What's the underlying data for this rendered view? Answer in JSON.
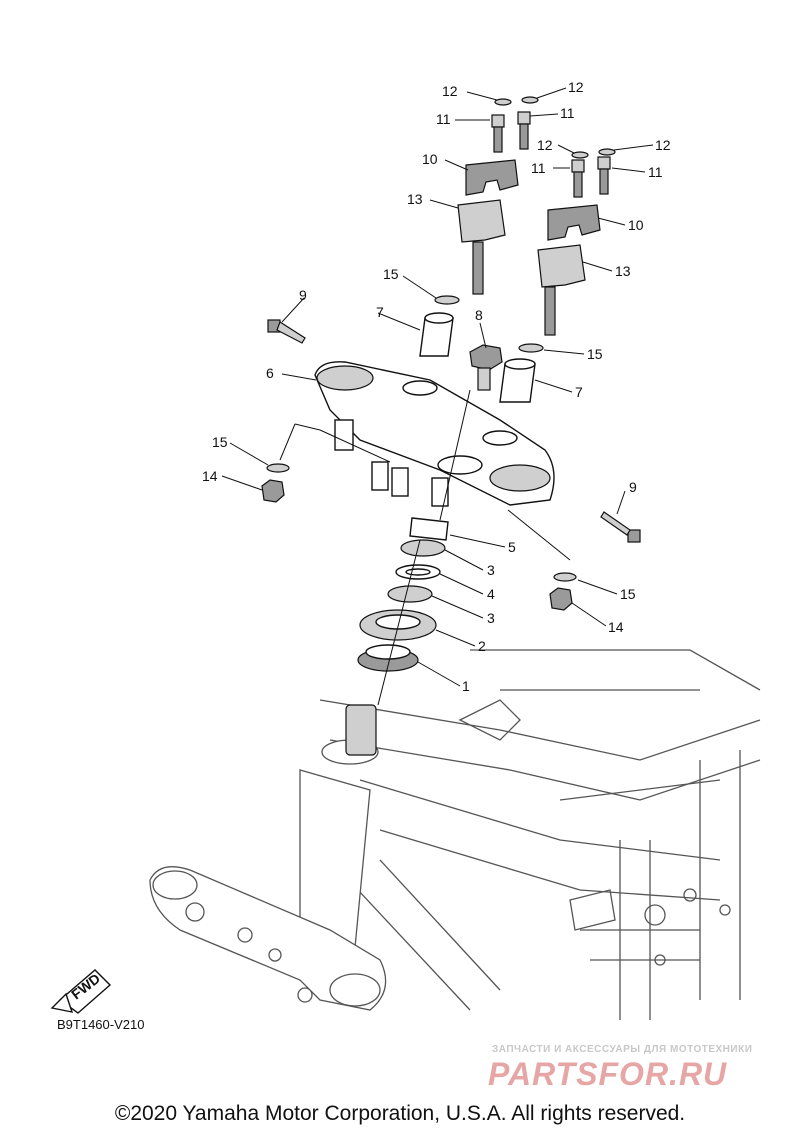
{
  "diagram": {
    "code": "B9T1460-V210",
    "fwd_label": "FWD",
    "copyright": "©2020 Yamaha Motor Corporation, U.S.A. All rights reserved.",
    "watermark": {
      "subtitle": "ЗАПЧАСТИ И АКСЕССУАРЫ ДЛЯ МОТОТЕХНИКИ",
      "logo": "PARTSFOR.RU"
    },
    "callouts": [
      "12",
      "12",
      "11",
      "11",
      "12",
      "12",
      "11",
      "11",
      "10",
      "13",
      "10",
      "13",
      "15",
      "9",
      "7",
      "8",
      "15",
      "6",
      "7",
      "15",
      "9",
      "14",
      "5",
      "3",
      "4",
      "15",
      "3",
      "14",
      "2",
      "1"
    ]
  }
}
